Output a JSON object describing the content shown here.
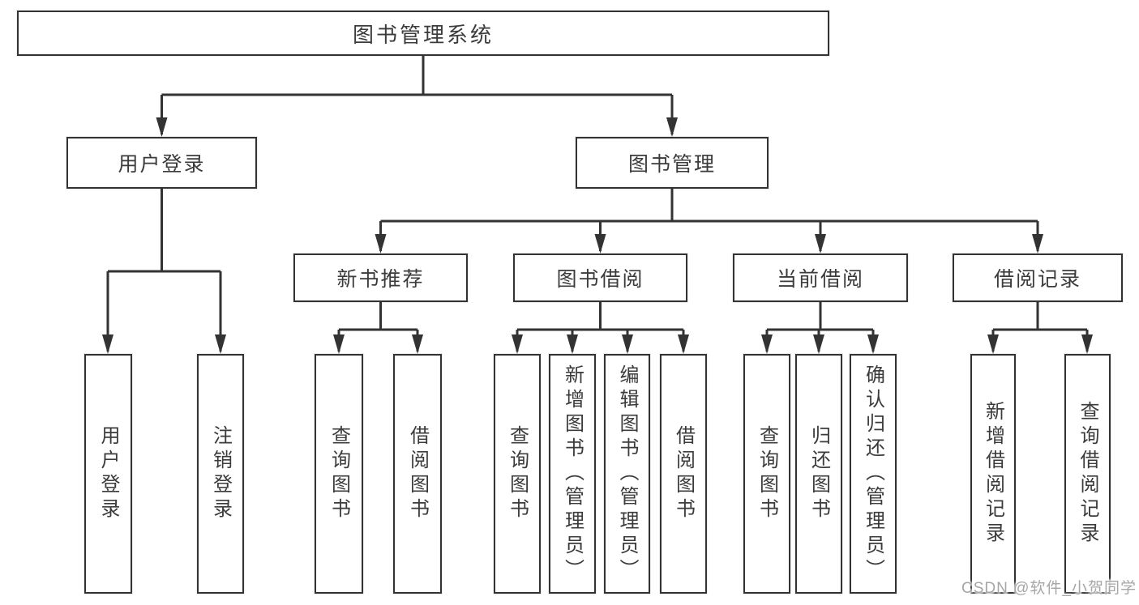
{
  "diagram": {
    "root": {
      "label": "图书管理系统"
    },
    "level2": [
      {
        "label": "用户登录"
      },
      {
        "label": "图书管理"
      }
    ],
    "level3": [
      {
        "label": "新书推荐"
      },
      {
        "label": "图书借阅"
      },
      {
        "label": "当前借阅"
      },
      {
        "label": "借阅记录"
      }
    ],
    "leaves": [
      {
        "label": "用户登录"
      },
      {
        "label": "注销登录"
      },
      {
        "label": "查询图书"
      },
      {
        "label": "借阅图书"
      },
      {
        "label": "查询图书"
      },
      {
        "label": "新增图书（管理员）"
      },
      {
        "label": "编辑图书（管理员）"
      },
      {
        "label": "借阅图书"
      },
      {
        "label": "查询图书"
      },
      {
        "label": "归还图书"
      },
      {
        "label": "确认归还（管理员）"
      },
      {
        "label": "新增借阅记录"
      },
      {
        "label": "查询借阅记录"
      }
    ]
  },
  "watermark": {
    "text": "CSDN @软件_小贺同学"
  },
  "colors": {
    "line": "#333333",
    "text": "#3b3b3b",
    "watermark": "#a6a6a6",
    "background": "#ffffff"
  }
}
